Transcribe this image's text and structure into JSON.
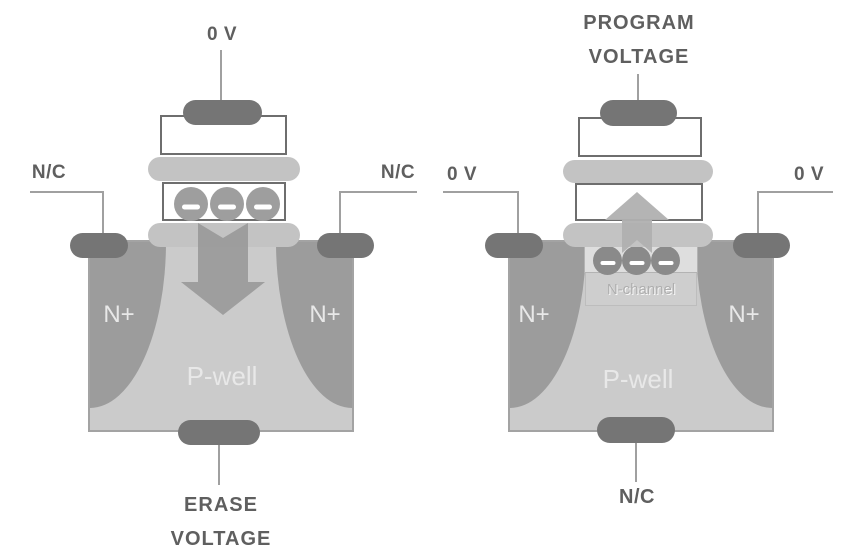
{
  "devices": {
    "erase": {
      "gate_label": "0 V",
      "source_label": "N/C",
      "drain_label": "N/C",
      "source_region": "N+",
      "drain_region": "N+",
      "body_region": "P-well",
      "bulk_label_line1": "ERASE",
      "bulk_label_line2": "VOLTAGE",
      "electron_count": 3,
      "arrow_direction": "down"
    },
    "program": {
      "gate_label_line1": "PROGRAM",
      "gate_label_line2": "VOLTAGE",
      "source_label": "0 V",
      "drain_label": "0 V",
      "source_region": "N+",
      "drain_region": "N+",
      "body_region": "P-well",
      "channel_label": "N-channel",
      "bulk_label": "N/C",
      "electron_count": 3,
      "arrow_direction": "up"
    }
  },
  "colors": {
    "label": "#5f5f5f",
    "wire": "#a0a0a0",
    "contact": "#757575",
    "gate-border": "#6e6e6e",
    "oxide": "#c3c3c3",
    "body": "#cbcbcb",
    "body-border": "#a3a3a3",
    "nplus": "#9c9c9c",
    "channel": "#dedede",
    "electron-a": "#9e9e9e",
    "electron-b": "#8a8a8a",
    "arrow-a": "#9b9b9b",
    "arrow-b": "#b0b0b0",
    "light-text": "#e8e8e8"
  }
}
